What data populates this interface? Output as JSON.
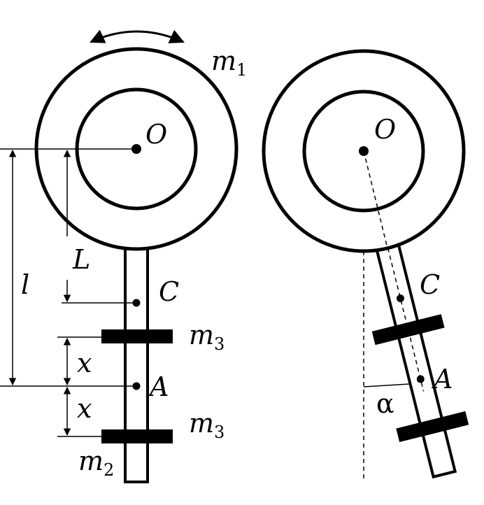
{
  "colors": {
    "ink": "#000000",
    "background": "#ffffff"
  },
  "labels": {
    "O_left": "O",
    "O_right": "O",
    "m1": "m",
    "m1_sub": "1",
    "m2": "m",
    "m2_sub": "2",
    "m3_upper": "m",
    "m3_upper_sub": "3",
    "m3_lower": "m",
    "m3_lower_sub": "3",
    "L": "L",
    "l": "l",
    "C_left": "C",
    "C_right": "C",
    "A_left": "A",
    "A_right": "A",
    "x_upper": "x",
    "x_lower": "x",
    "alpha": "α"
  }
}
